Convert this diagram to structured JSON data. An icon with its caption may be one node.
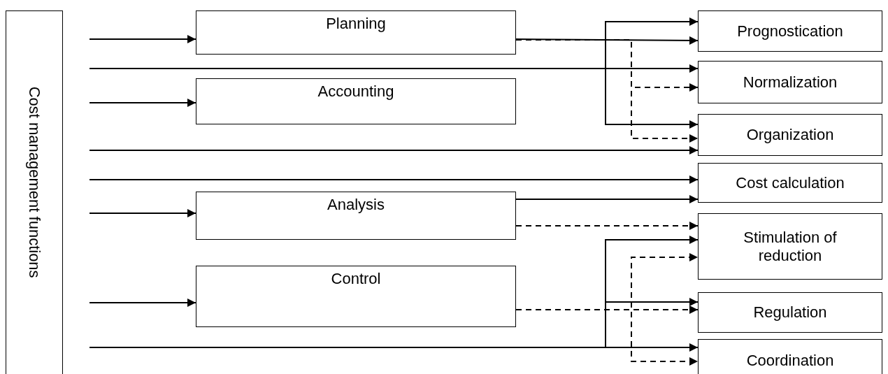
{
  "diagram": {
    "nodes": [
      {
        "text": [
          "Cost management functions"
        ]
      },
      {
        "text": [
          "Planning"
        ]
      },
      {
        "text": [
          "Accounting"
        ]
      },
      {
        "text": [
          "Analysis"
        ]
      },
      {
        "text": [
          "Control"
        ]
      },
      {
        "text": [
          "Prognostication"
        ]
      },
      {
        "text": [
          "Normalization"
        ]
      },
      {
        "text": [
          "Organization"
        ]
      },
      {
        "text": [
          "Cost calculation"
        ]
      },
      {
        "text": [
          "Stimulation of reduction"
        ]
      },
      {
        "text": [
          "Regulation"
        ]
      },
      {
        "text": [
          "Coordination"
        ]
      }
    ],
    "edges": [
      {
        "from": null,
        "to": 1,
        "arrow": "to"
      },
      {
        "from": null,
        "to": 6,
        "arrow": "to"
      },
      {
        "from": null,
        "to": 5,
        "arrow": "to"
      },
      {
        "from": null,
        "to": 7,
        "arrow": "to"
      },
      {
        "from": null,
        "to": 2,
        "arrow": "to"
      },
      {
        "from": null,
        "to": 7,
        "arrow": "to"
      },
      {
        "from": null,
        "to": 8,
        "arrow": "to"
      },
      {
        "from": null,
        "to": 3,
        "arrow": "to"
      },
      {
        "from": null,
        "to": 4,
        "arrow": "to"
      },
      {
        "from": null,
        "to": 11,
        "arrow": "to"
      },
      {
        "from": null,
        "to": 9,
        "arrow": "to"
      },
      {
        "from": null,
        "to": 10,
        "arrow": "to"
      },
      {
        "from": 1,
        "to": 5,
        "arrow": "to"
      },
      {
        "from": 1,
        "to": 6,
        "arrow": "to",
        "style": "dashed"
      },
      {
        "from": 1,
        "to": 7,
        "arrow": "to",
        "style": "dashed"
      },
      {
        "from": 3,
        "to": 8,
        "arrow": "to"
      },
      {
        "from": 3,
        "to": 9,
        "arrow": "to",
        "style": "dashed"
      },
      {
        "from": 4,
        "to": 10,
        "arrow": "to",
        "style": "dashed"
      },
      {
        "from": 4,
        "to": 9,
        "arrow": "to",
        "style": "dashed"
      },
      {
        "from": 4,
        "to": 11,
        "arrow": "to",
        "style": "dashed"
      }
    ]
  }
}
